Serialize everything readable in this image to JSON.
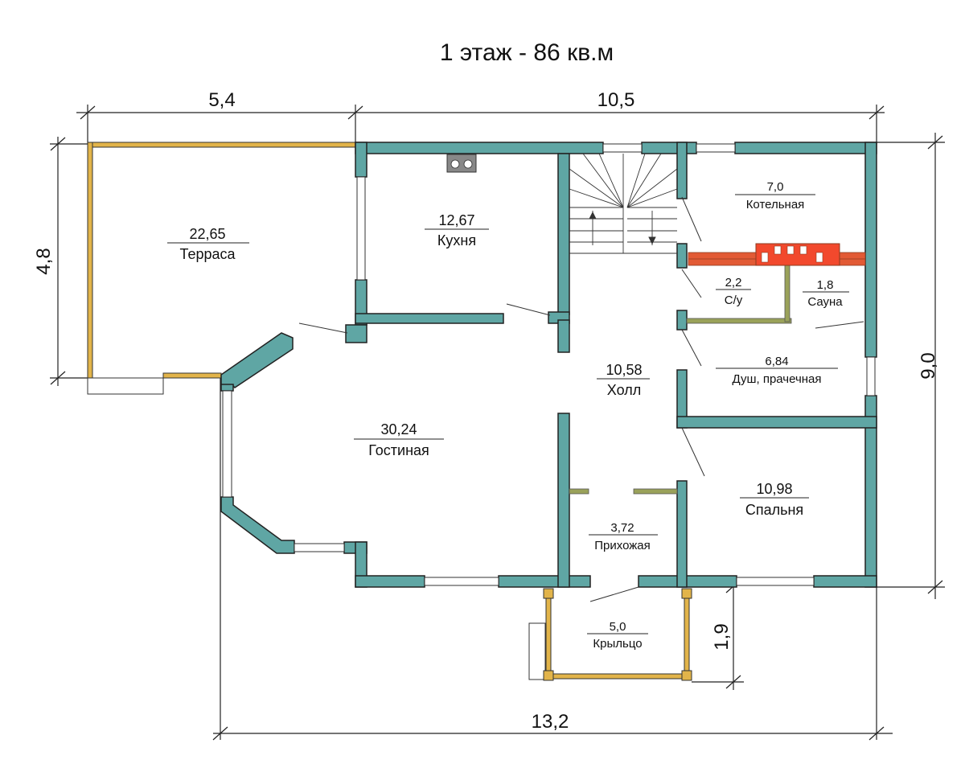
{
  "title": "1 этаж - 86 кв.м",
  "dimensions": {
    "top_left": "5,4",
    "top_right": "10,5",
    "left_height": "4,8",
    "right_height": "9,0",
    "bottom_total": "13,2",
    "porch_depth": "1,9"
  },
  "rooms": {
    "terrace": {
      "area": "22,65",
      "name": "Терраса"
    },
    "kitchen": {
      "area": "12,67",
      "name": "Кухня"
    },
    "boiler": {
      "area": "7,0",
      "name": "Котельная"
    },
    "wc": {
      "area": "2,2",
      "name": "С/у"
    },
    "sauna": {
      "area": "1,8",
      "name": "Сауна"
    },
    "hall": {
      "area": "10,58",
      "name": "Холл"
    },
    "shower": {
      "area": "6,84",
      "name": "Душ, прачечная"
    },
    "living": {
      "area": "30,24",
      "name": "Гостиная"
    },
    "bedroom": {
      "area": "10,98",
      "name": "Спальня"
    },
    "entry": {
      "area": "3,72",
      "name": "Прихожая"
    },
    "porch": {
      "area": "5,0",
      "name": "Крыльцо"
    }
  },
  "colors": {
    "wall": "#5fa6a4",
    "terrace_frame": "#e2b44a",
    "partition": "#9aa25a",
    "stove": "#f2492d"
  }
}
